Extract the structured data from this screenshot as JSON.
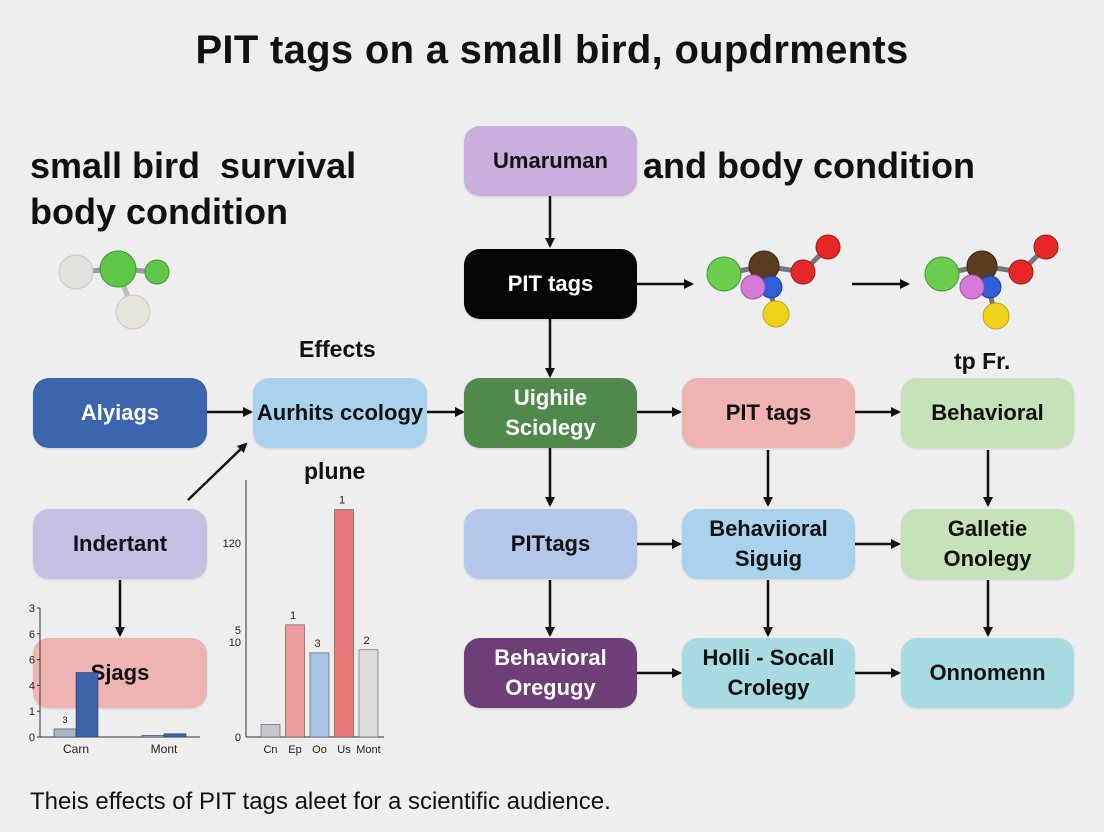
{
  "title": "PIT tags on a small bird, oupdrments",
  "heading": {
    "line1": "small bird  survival",
    "line2": "body condition"
  },
  "heading_right": "and body condition",
  "labels": {
    "effects": "Effects",
    "plune": "plune",
    "tp_fr": "tp Fr."
  },
  "nodes": {
    "umaruman": "Umaruman",
    "pit_tags_top": "PIT tags",
    "alyiags": "Alyiags",
    "aurhits": "Aurhits ccology",
    "uighile_1": "Uighile",
    "uighile_2": "Sciolegy",
    "pit_tags_mid": "PIT tags",
    "behavioral_top": "Behavioral",
    "indertant": "Indertant",
    "sjags": "Sjags",
    "pittags": "PITtags",
    "behav_siguig_1": "Behaviioral",
    "behav_siguig_2": "Siguig",
    "galletie_1": "Galletie",
    "galletie_2": "Onolegy",
    "behav_oregugy_1": "Behavioral",
    "behav_oregugy_2": "Oregugy",
    "holli_1": "Holli - Socall",
    "holli_2": "Crolegy",
    "onnomenn": "Onnomenn"
  },
  "colors": {
    "blue_dark": "#3b66ad",
    "blue_light": "#a9d3ec",
    "black": "#050505",
    "green_dark": "#4f8a4c",
    "pink": "#efb3b1",
    "green_light": "#c5e2b9",
    "lavender": "#c7bfe3",
    "purple_light": "#c9aede",
    "periwinkle": "#b4c6ea",
    "teal_light": "#a8dbe2",
    "purple_dark": "#6e3e76"
  },
  "chart_data": [
    {
      "type": "bar",
      "y_tick_labels": [
        "3",
        "6",
        "6",
        "4",
        "1",
        "0"
      ],
      "categories": [
        "Carn",
        "Mont"
      ],
      "series": [
        {
          "color": "#a9b6c4",
          "values": [
            0.5,
            0.1
          ]
        },
        {
          "color": "#3d62a8",
          "values": [
            4,
            0.2
          ]
        }
      ],
      "data_labels": [
        "3",
        ""
      ],
      "ylim": [
        0,
        8
      ]
    },
    {
      "type": "bar",
      "y_tick_labels": [
        "120",
        "5",
        "10",
        "0"
      ],
      "categories": [
        "Cn",
        "Ep",
        "Oo",
        "Us",
        "Mont"
      ],
      "values": [
        8,
        72,
        54,
        146,
        56
      ],
      "colors": [
        "#c4c8cc",
        "#ec9c9c",
        "#a9c3e3",
        "#ea7a7a",
        "#dcdcdc"
      ],
      "data_labels": [
        "",
        "1",
        "3",
        "1",
        "2"
      ],
      "ylim": [
        0,
        165
      ]
    }
  ],
  "footer": "Theis effects of PIT tags aleet for a scientific audience."
}
